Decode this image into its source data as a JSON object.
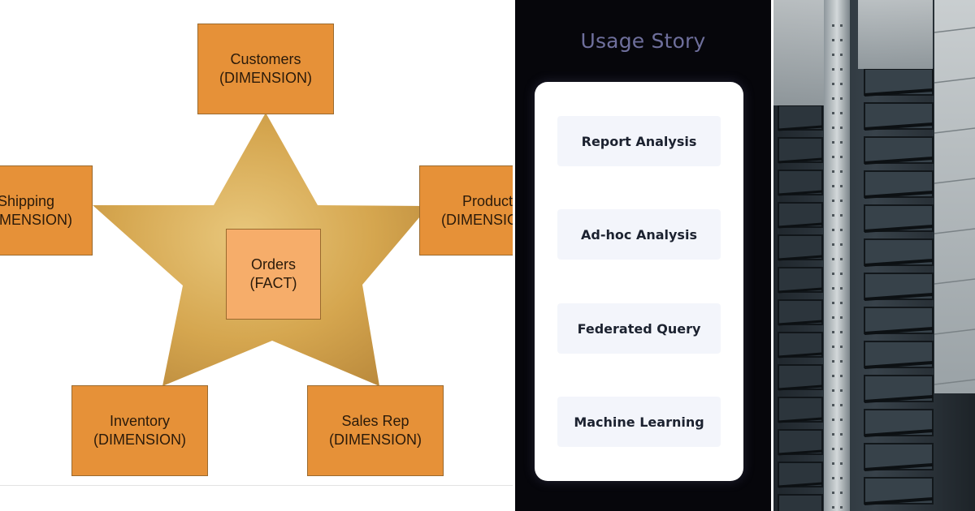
{
  "diagram": {
    "fact": {
      "name": "Orders",
      "kind": "(FACT)"
    },
    "dimensions": [
      {
        "id": "customers",
        "name": "Customers",
        "kind": "(DIMENSION)"
      },
      {
        "id": "shipping",
        "name": "Shipping",
        "kind": "(DIMENSION)"
      },
      {
        "id": "product",
        "name": "Product",
        "kind": "(DIMENSION)"
      },
      {
        "id": "inventory",
        "name": "Inventory",
        "kind": "(DIMENSION)"
      },
      {
        "id": "salesrep",
        "name": "Sales Rep",
        "kind": "(DIMENSION)"
      }
    ],
    "colors": {
      "dimension_box": "#e69138",
      "fact_box": "#f6ad6a",
      "star": "#d8ac55"
    }
  },
  "usage_story": {
    "title": "Usage Story",
    "items": [
      {
        "label": "Report Analysis"
      },
      {
        "label": "Ad-hoc Analysis"
      },
      {
        "label": "Federated Query"
      },
      {
        "label": "Machine Learning"
      }
    ],
    "colors": {
      "background": "#06060b",
      "title": "#6e6f9c",
      "button": "#f3f5fb"
    }
  },
  "photo": {
    "subject": "server-rack"
  }
}
